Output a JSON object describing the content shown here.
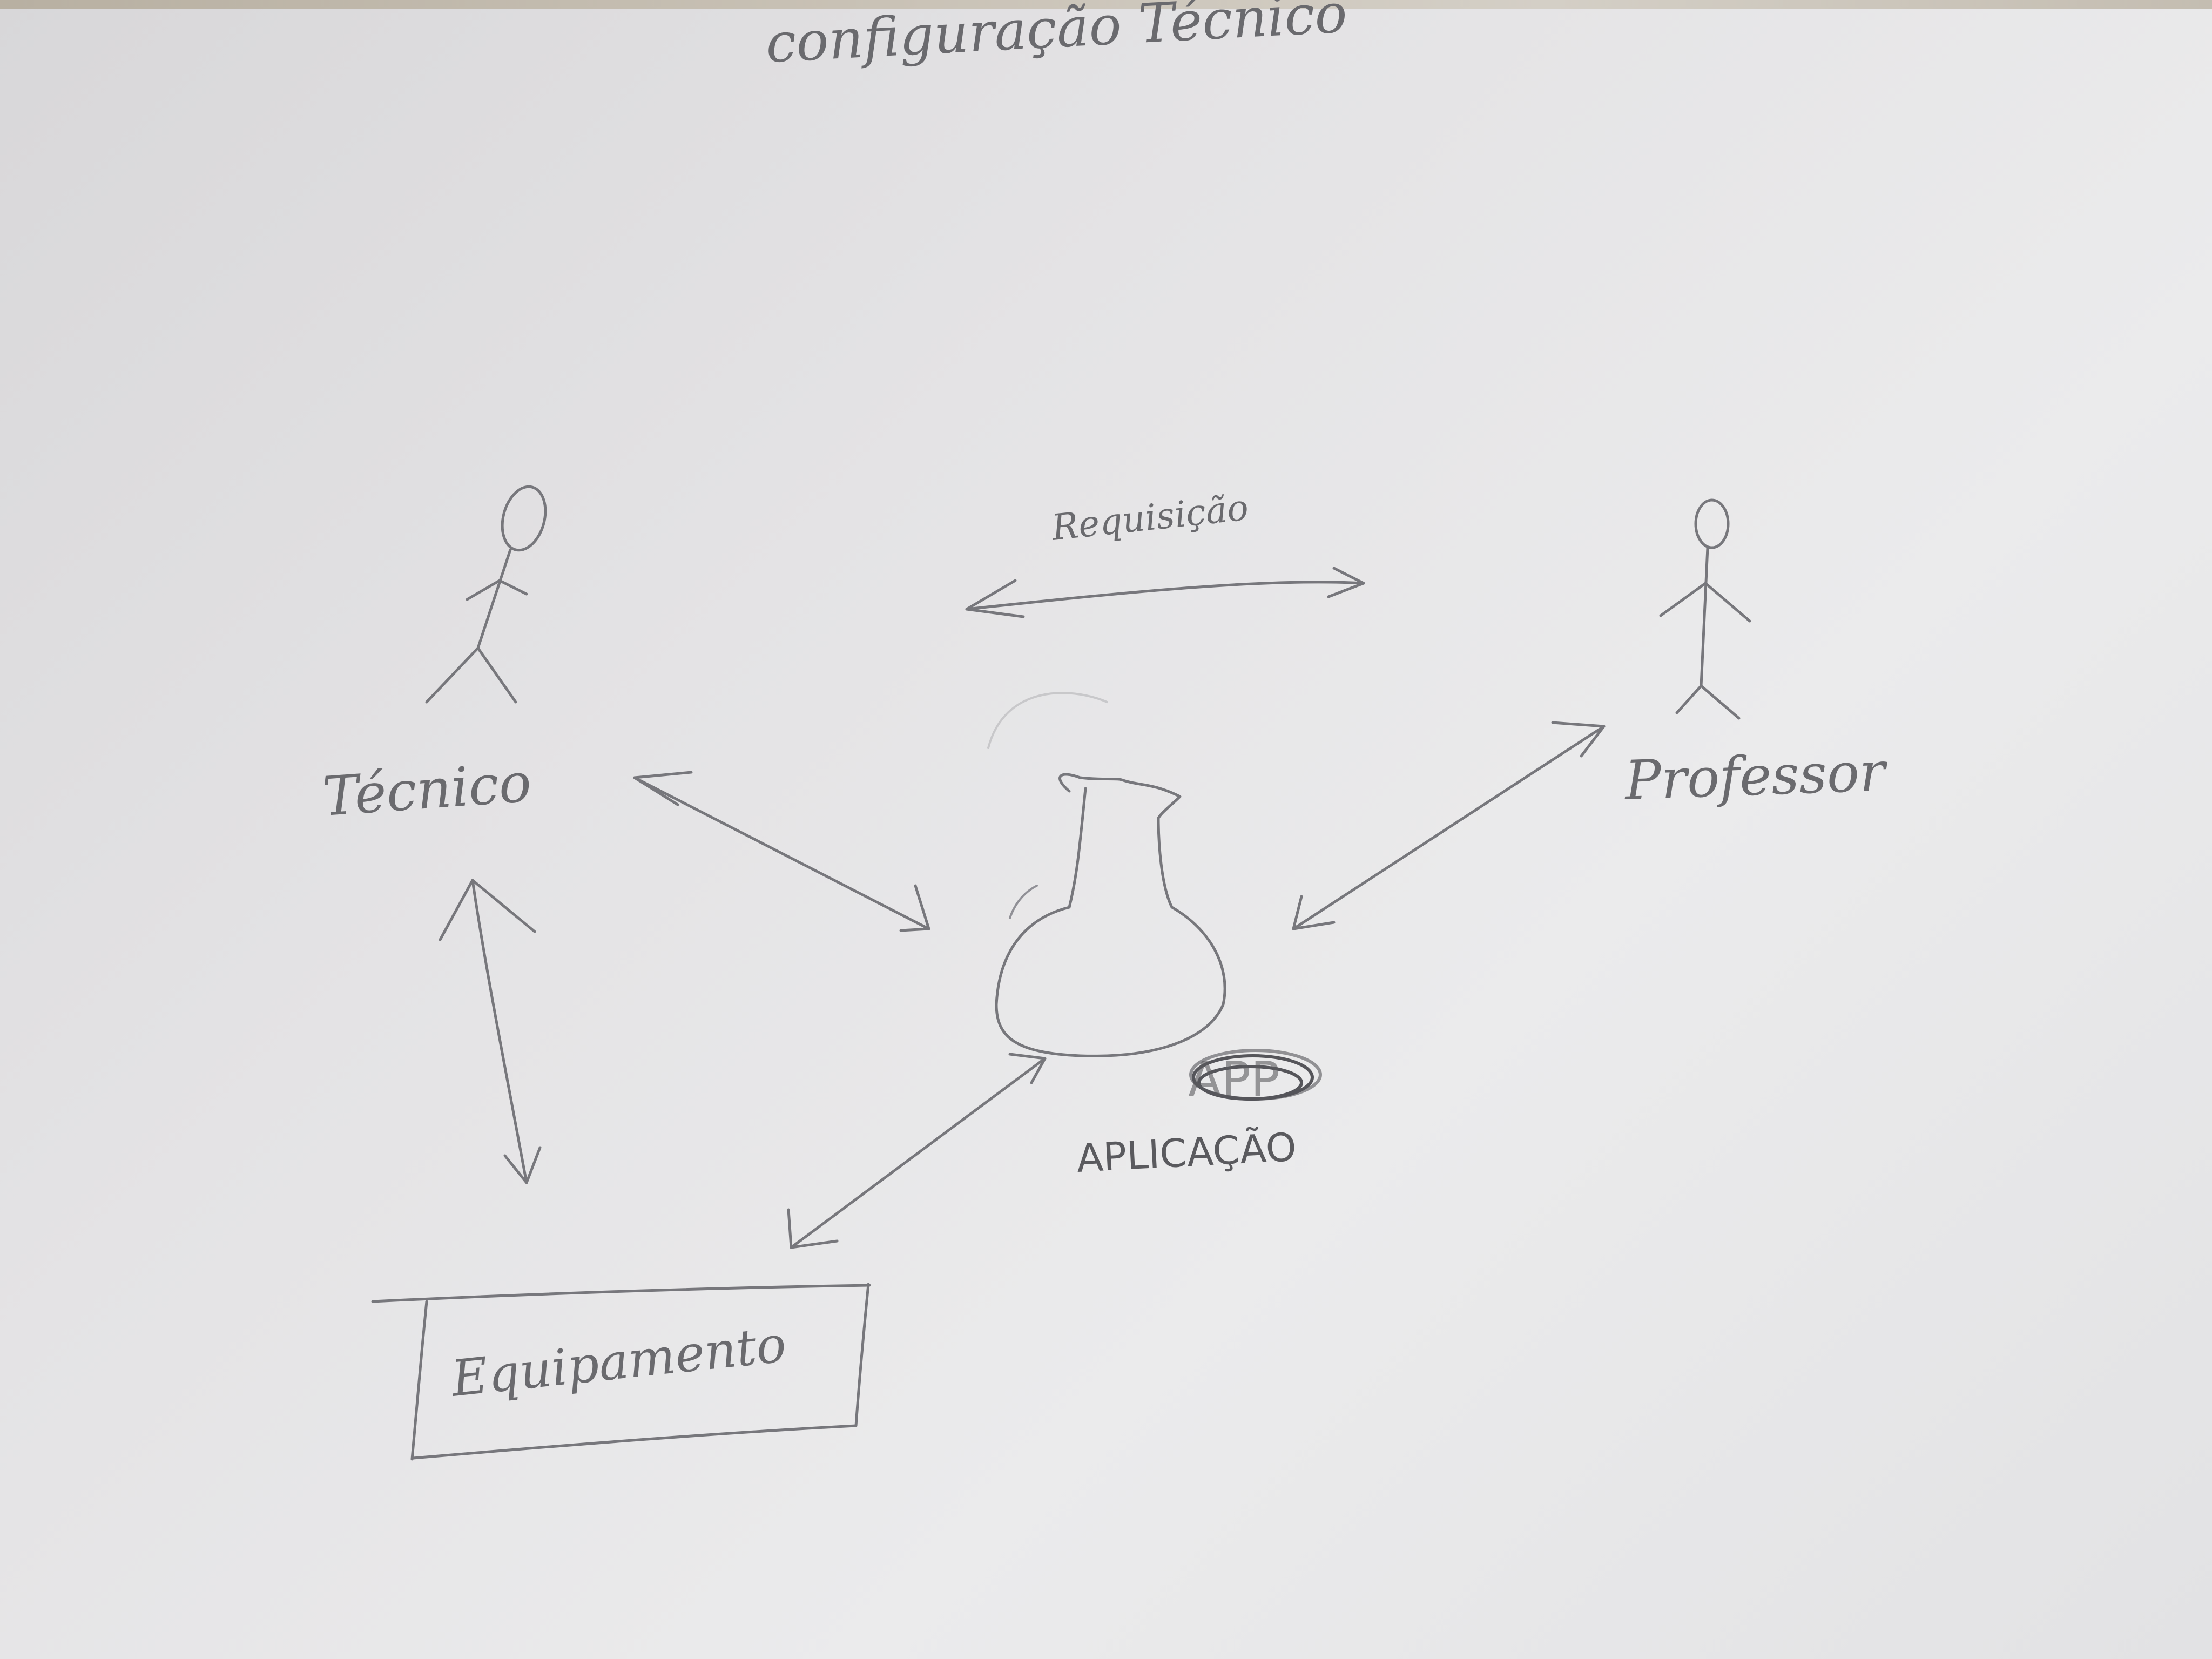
{
  "title": "configuração Técnico",
  "actors": [
    {
      "id": "tecnico",
      "label": "Técnico"
    },
    {
      "id": "professor",
      "label": "Professor"
    }
  ],
  "application": {
    "label": "APLICAÇÃO",
    "scribbled_label": "APP"
  },
  "equipment": {
    "label": "Equipamento"
  },
  "connections": [
    {
      "from": "tecnico",
      "to": "professor",
      "label": "Requisição",
      "direction": "both"
    },
    {
      "from": "tecnico",
      "to": "application",
      "label": "",
      "direction": "both"
    },
    {
      "from": "professor",
      "to": "application",
      "label": "",
      "direction": "both"
    },
    {
      "from": "tecnico",
      "to": "equipment",
      "label": "",
      "direction": "both"
    },
    {
      "from": "application",
      "to": "equipment",
      "label": "",
      "direction": "both"
    }
  ],
  "colors": {
    "paper": "#e6e6e8",
    "pencil": "#77777c"
  }
}
